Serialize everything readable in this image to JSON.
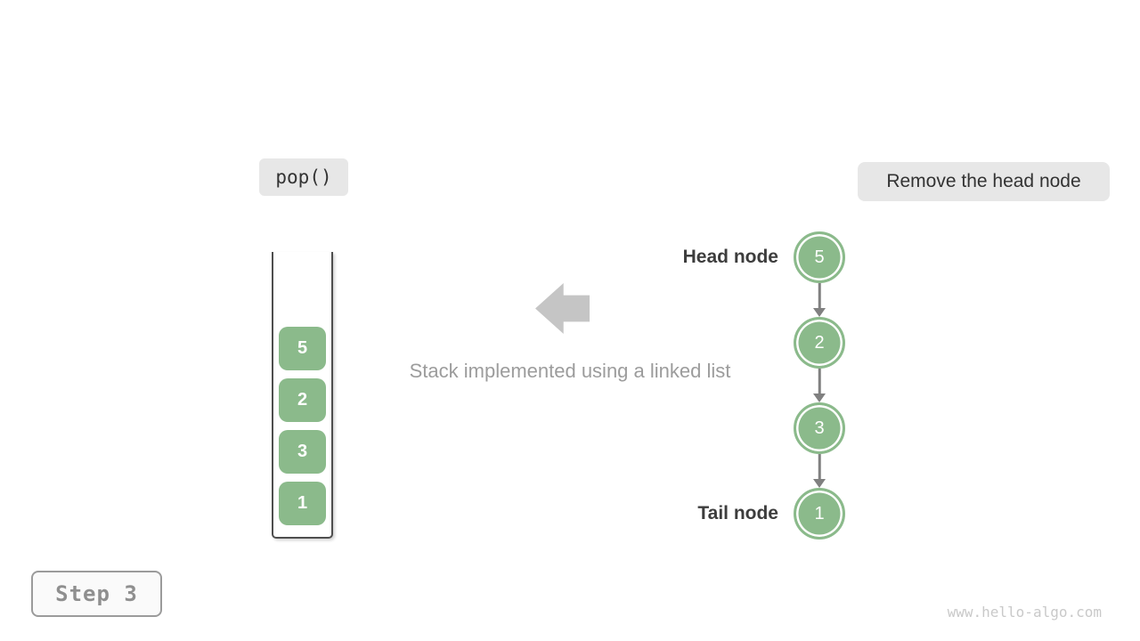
{
  "labels": {
    "operation": "pop()",
    "action": "Remove the head node",
    "caption": "Stack implemented using a linked list",
    "head_node": "Head node",
    "tail_node": "Tail node",
    "step": "Step 3",
    "watermark": "www.hello-algo.com"
  },
  "stack": {
    "items": [
      "5",
      "2",
      "3",
      "1"
    ]
  },
  "linked_list": {
    "nodes": [
      "5",
      "2",
      "3",
      "1"
    ]
  },
  "icons": {
    "block_arrow": "left-block-arrow",
    "connector": "down-arrow"
  },
  "colors": {
    "node_green": "#8bba8b",
    "badge_bg": "#e7e7e7",
    "block_arrow_gray": "#c5c5c5",
    "link_arrow_gray": "#808080",
    "container_border": "#4e4e4e",
    "dark_text": "#333333",
    "bold_label_text": "#3d3d3d",
    "muted_text": "#9c9c9c",
    "step_text": "#8f8f8f",
    "watermark_text": "#c9c9c9"
  }
}
